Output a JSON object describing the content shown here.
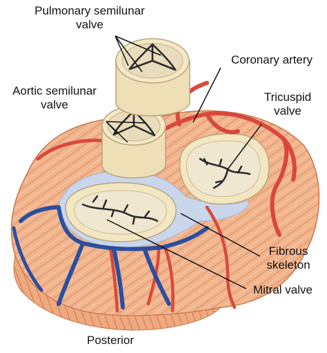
{
  "labels": {
    "pulmonary": [
      "Pulmonary semilunar",
      "valve"
    ],
    "aortic": [
      "Aortic semilunar",
      "valve"
    ],
    "coronary": "Coronary artery",
    "tricuspid": [
      "Tricuspid",
      "valve"
    ],
    "fibrous": [
      "Fibrous",
      "skeleton"
    ],
    "mitral": "Mitral valve",
    "posterior": "Posterior"
  },
  "colors": {
    "muscle": "#f1b58e",
    "muscle_fiber": "#d9835a",
    "vessel_red": "#d9493b",
    "vessel_blue": "#2a4fa0",
    "fibrous": "#c9d6ec",
    "valve_ring": "#f3e6c2",
    "valve_inner": "#efe7cf",
    "cusp_line": "#2b2b2b",
    "label_text": "#111111"
  }
}
